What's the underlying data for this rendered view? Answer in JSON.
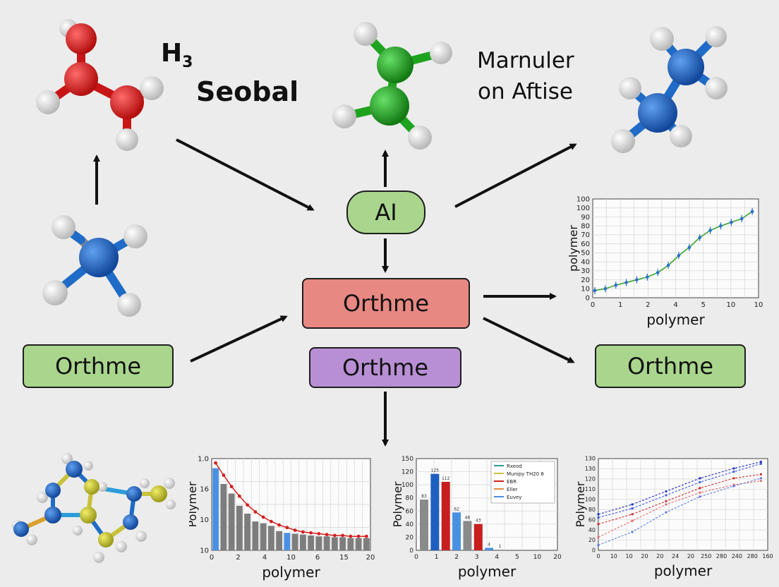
{
  "labels": {
    "h3": "H",
    "h3_sub": "3",
    "seobal": "Seobal",
    "marnuler_line1": "Marnuler",
    "marnuler_line2": "on Aftise",
    "ai": "AI",
    "center_main": "Orthme",
    "center_purple": "Orthme",
    "left_box": "Orthme",
    "right_box": "Orthme"
  },
  "colors": {
    "green_box": "#a9d68c",
    "red_box": "#e88883",
    "purple_box": "#b88fd4",
    "ai_box": "#a9d68c",
    "red_atom": "#d41f1f",
    "green_atom": "#1ea31e",
    "blue_atom": "#1f6bc7",
    "white_atom": "#f2f2f2"
  },
  "chart_data": [
    {
      "type": "line",
      "title": "",
      "xlabel": "polymer",
      "ylabel": "polymer",
      "x_tick_labels": [
        "0",
        "1",
        "2",
        "4",
        "5",
        "10",
        "10"
      ],
      "y_tick_labels": [
        "0",
        "10",
        "20",
        "30",
        "40",
        "50",
        "60",
        "70",
        "80",
        "90",
        "100",
        "100"
      ],
      "series": [
        {
          "values": [
            8,
            10,
            14,
            17,
            20,
            23,
            28,
            36,
            47,
            56,
            67,
            75,
            80,
            84,
            88,
            96
          ]
        }
      ],
      "grid": true
    },
    {
      "type": "bar",
      "title": "",
      "xlabel": "polymer",
      "ylabel": "Polymer",
      "x_tick_labels": [
        "0",
        "2",
        "4",
        "10",
        "6",
        "15",
        "20"
      ],
      "y_tick_labels": [
        "10",
        "10",
        "16",
        "1.0"
      ],
      "values": [
        9.4,
        7.6,
        6.5,
        5.1,
        4.2,
        3.3,
        3.1,
        2.8,
        2.2,
        2.0,
        1.9,
        1.8,
        1.7,
        1.6,
        1.6,
        1.5,
        1.5,
        1.4,
        1.4,
        1.4
      ],
      "trend": [
        10.0,
        8.6,
        7.3,
        6.2,
        5.2,
        4.4,
        3.8,
        3.3,
        2.9,
        2.6,
        2.3,
        2.1,
        2.0,
        1.9,
        1.8,
        1.7,
        1.7,
        1.6,
        1.6,
        1.6
      ],
      "grid": true
    },
    {
      "type": "bar",
      "title": "",
      "xlabel": "polymer",
      "ylabel": "Polymer",
      "x_tick_labels": [
        "0",
        "1",
        "2",
        "3",
        "4",
        "5",
        "10",
        "20"
      ],
      "y_tick_labels": [
        "0",
        "20",
        "40",
        "60",
        "80",
        "100",
        "120",
        "150"
      ],
      "values": [
        83,
        125,
        112,
        62,
        48,
        43,
        4,
        1
      ],
      "legend": [
        "Rxeod",
        "Munipy TH20 8",
        "EBR",
        "Eller",
        "Euvey"
      ],
      "legend_colors": [
        "#2a9d8f",
        "#c9c13a",
        "#d42020",
        "#e08a3c",
        "#4a90e2"
      ],
      "bar_colors": [
        "#8a8a8a",
        "#1f5fbf",
        "#c81e1e",
        "#4a90e2",
        "#8a8a8a",
        "#c81e1e",
        "#4a90e2",
        "#8a8a8a"
      ],
      "grid": true
    },
    {
      "type": "scatter",
      "title": "",
      "xlabel": "polymer",
      "ylabel": "Polymer",
      "x_tick_labels": [
        "0",
        "10",
        "10",
        "20",
        "20",
        "24",
        "20",
        "250",
        "280",
        "240",
        "280",
        "160"
      ],
      "y_tick_labels": [
        "0",
        "20",
        "40",
        "60",
        "80",
        "100",
        "110",
        "120",
        "130",
        "130"
      ],
      "series": [
        {
          "color": "#1c2fbf",
          "values": [
            [
              0,
              55
            ],
            [
              50,
              70
            ],
            [
              100,
              90
            ],
            [
              150,
              110
            ],
            [
              200,
              125
            ],
            [
              240,
              135
            ]
          ]
        },
        {
          "color": "#3b56e0",
          "values": [
            [
              0,
              50
            ],
            [
              50,
              64
            ],
            [
              100,
              84
            ],
            [
              150,
              104
            ],
            [
              200,
              120
            ],
            [
              240,
              132
            ]
          ]
        },
        {
          "color": "#d42a2a",
          "values": [
            [
              0,
              40
            ],
            [
              50,
              55
            ],
            [
              100,
              75
            ],
            [
              150,
              95
            ],
            [
              200,
              110
            ],
            [
              240,
              116
            ]
          ]
        },
        {
          "color": "#e36b6b",
          "values": [
            [
              0,
              20
            ],
            [
              50,
              45
            ],
            [
              100,
              70
            ],
            [
              150,
              88
            ],
            [
              200,
              100
            ],
            [
              240,
              106
            ]
          ]
        },
        {
          "color": "#5a7be6",
          "values": [
            [
              0,
              8
            ],
            [
              50,
              28
            ],
            [
              100,
              58
            ],
            [
              150,
              82
            ],
            [
              200,
              98
            ],
            [
              240,
              110
            ]
          ]
        }
      ],
      "grid": true
    }
  ]
}
